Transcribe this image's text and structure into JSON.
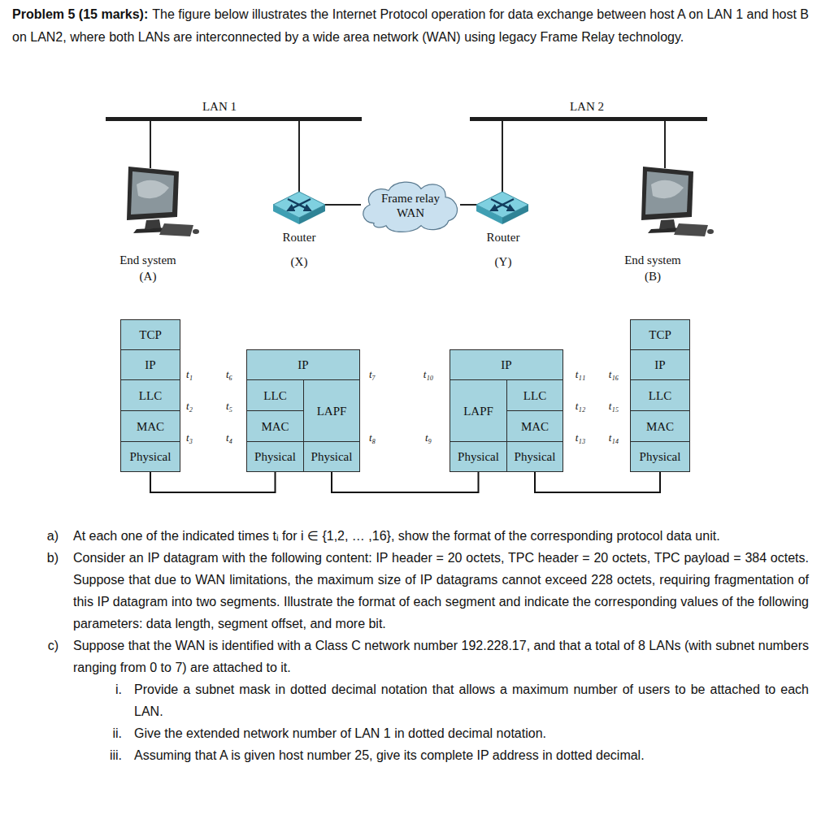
{
  "diagram": {
    "title": "Problem 5 (15 marks):",
    "nodes": [
      {
        "text": [
          "Frame relay WAN"
        ]
      },
      {
        "text": [
          "TCP"
        ]
      },
      {
        "text": [
          "IP"
        ]
      },
      {
        "text": [
          "LLC"
        ]
      },
      {
        "text": [
          "MAC"
        ]
      },
      {
        "text": [
          "Physical"
        ]
      },
      {
        "text": [
          "IP"
        ]
      },
      {
        "text": [
          "LLC"
        ]
      },
      {
        "text": [
          "MAC"
        ]
      },
      {
        "text": [
          "Physical"
        ]
      },
      {
        "text": [
          "LAPF"
        ]
      },
      {
        "text": [
          "Physical"
        ]
      },
      {
        "text": [
          "IP"
        ]
      },
      {
        "text": [
          "LAPF"
        ]
      },
      {
        "text": [
          "Physical"
        ]
      },
      {
        "text": [
          "LLC"
        ]
      },
      {
        "text": [
          "MAC"
        ]
      },
      {
        "text": [
          "Physical"
        ]
      },
      {
        "text": [
          "TCP"
        ]
      },
      {
        "text": [
          "IP"
        ]
      },
      {
        "text": [
          "LLC"
        ]
      },
      {
        "text": [
          "MAC"
        ]
      },
      {
        "text": [
          "Physical"
        ]
      }
    ],
    "edges": [
      {
        "from": 5,
        "to": 9,
        "arrow": "none"
      },
      {
        "from": 11,
        "to": 14,
        "arrow": "none"
      },
      {
        "from": 17,
        "to": 22,
        "arrow": "none"
      }
    ],
    "labels": [
      "The figure below illustrates the Internet Protocol operation for data exchange between host A on LAN 1 and host B on LAN2, where both LANs are interconnected by a wide area network (WAN) using legacy Frame Relay technology.",
      "LAN 1",
      "LAN 2",
      "Router (X)",
      "Router (Y)",
      "End system (A)",
      "End system (B)",
      "t₁",
      "t₆",
      "t₇",
      "t₁₀",
      "t₁₁",
      "t₁₆",
      "t₂",
      "t₅",
      "t₁₂",
      "t₁₅",
      "t₃",
      "t₄",
      "t₈",
      "t₉",
      "t₁₃",
      "t₁₄",
      "a)",
      "At each one of the indicated times tᵢ for i ∈ {1,2, … ,16}, show the format of the corresponding protocol data unit.",
      "b)",
      "Consider an IP datagram with the following content: IP header = 20 octets, TPC header = 20 octets, TPC payload = 384 octets. Suppose that due to WAN limitations, the maximum size of IP datagrams cannot exceed 228 octets, requiring fragmentation of this IP datagram into two segments. Illustrate the format of each segment and indicate the corresponding values of the following parameters: data length, segment offset, and more bit.",
      "c)",
      "Suppose that the WAN is identified with a Class C network number 192.228.17, and that a total of 8 LANs (with subnet numbers ranging from 0 to 7) are attached to it.",
      "i.",
      "Provide a subnet mask in dotted decimal notation that allows a maximum number of users to be attached to each LAN.",
      "ii.",
      "Give the extended network number of LAN 1 in dotted decimal notation.",
      "iii.",
      "Assuming that A is given host number 25, give its complete IP address in dotted decimal."
    ]
  }
}
